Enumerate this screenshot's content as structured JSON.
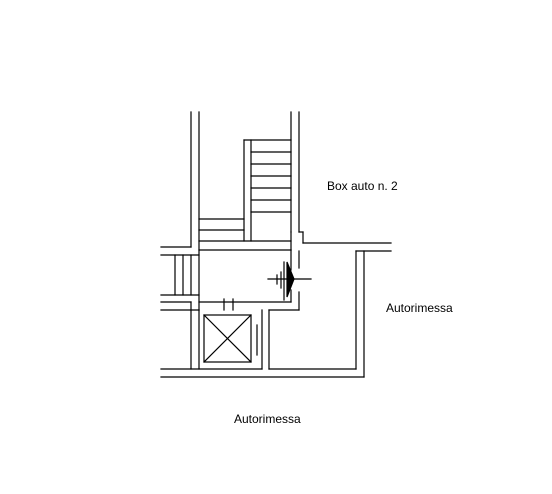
{
  "labels": {
    "box_auto": "Box auto n. 2",
    "autorimessa_right": "Autorimessa",
    "autorimessa_bottom": "Autorimessa"
  },
  "colors": {
    "ink": "#000000",
    "background": "#ffffff"
  }
}
